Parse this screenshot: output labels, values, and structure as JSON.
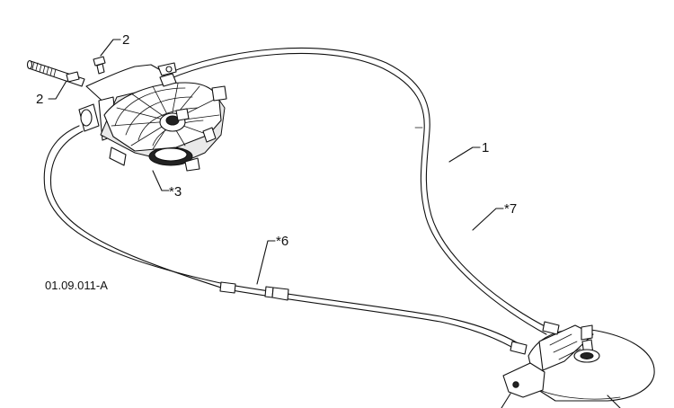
{
  "figure_ref": "01.09.011-A",
  "callouts": {
    "bolt_top": "2",
    "bolt_left": "2",
    "control_assembly": "*3",
    "cable": "1",
    "cable_outer": "*7",
    "cable_sleeve": "*6"
  }
}
